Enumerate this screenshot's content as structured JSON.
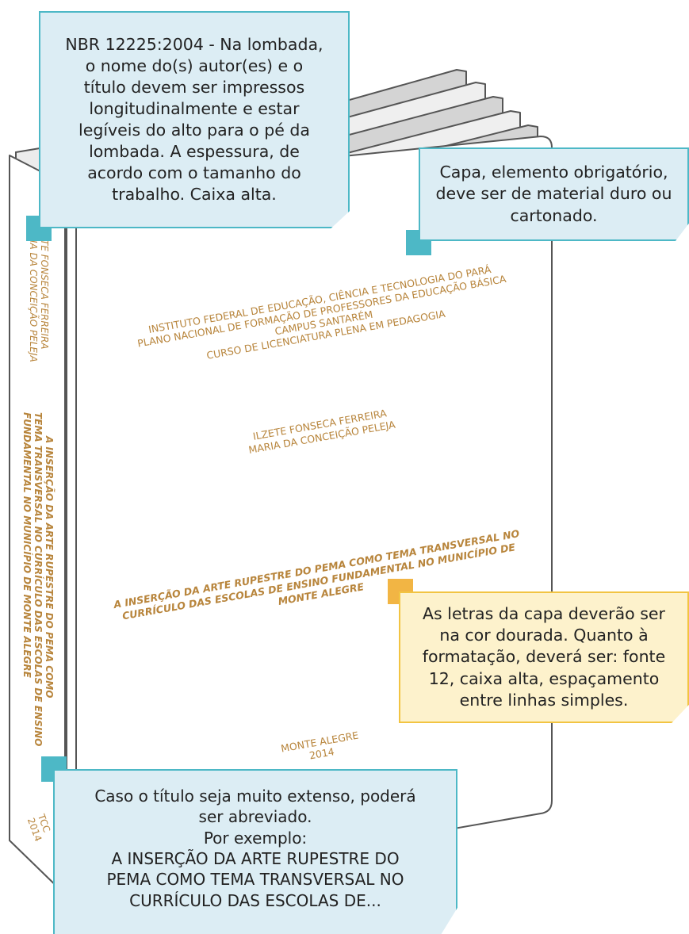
{
  "cover": {
    "institution_lines": [
      "INSTITUTO FEDERAL DE EDUCAÇÃO, CIÊNCIA E TECNOLOGIA DO PARÁ",
      "PLANO NACIONAL DE FORMAÇÃO DE PROFESSORES DA EDUCAÇÃO BÁSICA",
      "CAMPUS SANTARÉM",
      "CURSO DE LICENCIATURA PLENA EM PEDAGOGIA"
    ],
    "author_lines": [
      "ILZETE FONSECA FERREIRA",
      "MARIA DA CONCEIÇÃO PELEJA"
    ],
    "title_lines": [
      "A INSERÇÃO DA ARTE RUPESTRE DO PEMA COMO TEMA TRANSVERSAL NO",
      "CURRÍCULO DAS ESCOLAS DE ENSINO FUNDAMENTAL NO MUNICÍPIO DE",
      "MONTE ALEGRE"
    ],
    "city": "MONTE ALEGRE",
    "year": "2014"
  },
  "spine": {
    "author_lines": [
      "ILZETE FONSECA FERREIRA",
      "MARIA DA CONCEIÇÃO PELEJA"
    ],
    "title_lines": [
      "A INSERÇÃO DA ARTE RUPESTRE DO PEMA COMO",
      "TEMA TRANSVERSAL NO CURRÍCULO DAS ESCOLAS DE ENSINO",
      "FUNDAMENTAL NO MUNICÍPIO DE MONTE ALEGRE"
    ],
    "footer_lines": [
      "TCC",
      "2014"
    ]
  },
  "callouts": {
    "nbr": "NBR 12225:2004 - Na lombada,\no nome do(s) autor(es) e o\ntítulo devem ser impressos\nlongitudinalmente e estar\nlegíveis do alto para o pé da\nlombada. A espessura, de\nacordo com o tamanho do\ntrabalho. Caixa alta.",
    "capa": "Capa, elemento obrigatório,\ndeve ser de material duro ou\ncartonado.",
    "gold": "As letras da capa deverão ser\nna cor dourada. Quanto à\nformatação, deverá ser: fonte\n12, caixa alta, espaçamento\nentre linhas simples.",
    "caso": "Caso o título seja muito extenso, poderá\nser abreviado.\nPor exemplo:\nA INSERÇÃO DA ARTE RUPESTRE DO\nPEMA COMO TEMA TRANSVERSAL NO\nCURRÍCULO DAS ESCOLAS DE..."
  },
  "colors": {
    "gold_text": "#b8853c",
    "callout_blue_fill": "#dcedf4",
    "callout_blue_border": "#4db8c6",
    "callout_gold_fill": "#fdf2cc",
    "callout_gold_border": "#f2c442",
    "book_outline": "#555555",
    "page_fill": "#d6d6d6"
  }
}
